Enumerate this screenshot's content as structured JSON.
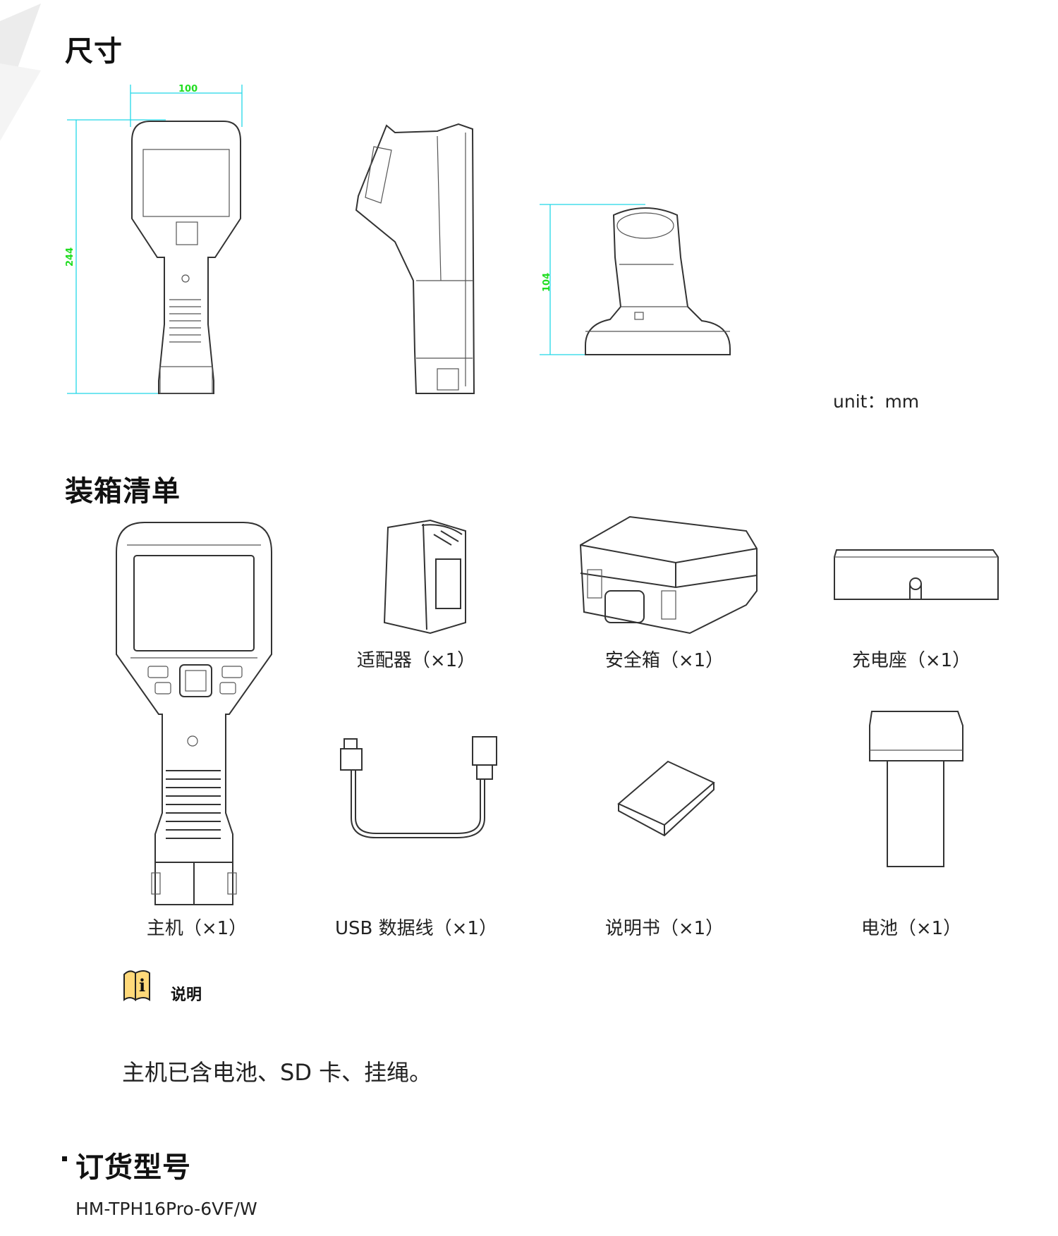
{
  "dimensions": {
    "title": "尺寸",
    "width_label": "100",
    "height_label": "244",
    "charger_height_label": "104",
    "unit": "unit：mm"
  },
  "packing_list": {
    "title": "装箱清单",
    "items": [
      {
        "label": "主机（×1）",
        "icon": "thermal-camera-icon"
      },
      {
        "label": "适配器（×1）",
        "icon": "power-adapter-icon"
      },
      {
        "label": "安全箱（×1）",
        "icon": "safety-case-icon"
      },
      {
        "label": "充电座（×1）",
        "icon": "charging-dock-icon"
      },
      {
        "label": "USB 数据线（×1）",
        "icon": "usb-cable-icon"
      },
      {
        "label": "说明书（×1）",
        "icon": "manual-icon"
      },
      {
        "label": "电池（×1）",
        "icon": "battery-icon"
      }
    ]
  },
  "note": {
    "title": "说明",
    "text": "主机已含电池、SD 卡、挂绳。",
    "icon_color": "#ffd97a"
  },
  "ordering": {
    "title": "订货型号",
    "model": "HM-TPH16Pro-6VF/W"
  }
}
